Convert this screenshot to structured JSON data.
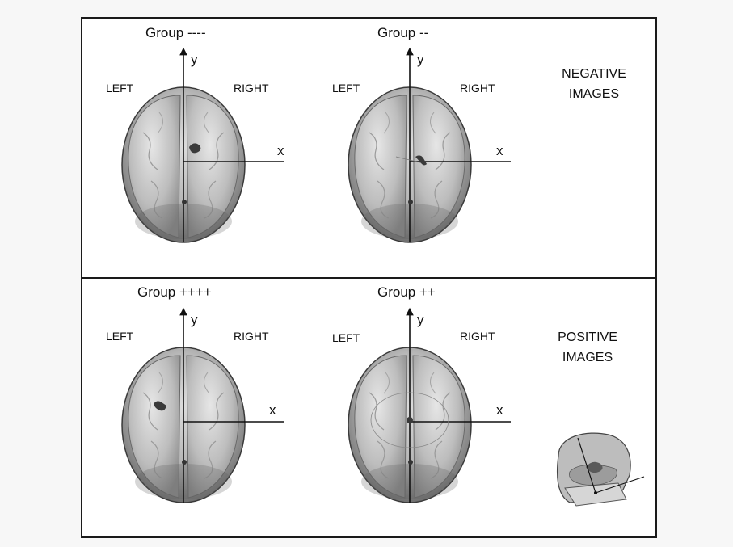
{
  "panels": [
    {
      "title": "Group ----",
      "left": "LEFT",
      "right": "RIGHT",
      "x_axis": "x",
      "y_axis": "y"
    },
    {
      "title": "Group --",
      "left": "LEFT",
      "right": "RIGHT",
      "x_axis": "x",
      "y_axis": "y"
    },
    {
      "title": "Group ++++",
      "left": "LEFT",
      "right": "RIGHT",
      "x_axis": "x",
      "y_axis": "y"
    },
    {
      "title": "Group ++",
      "left": "LEFT",
      "right": "RIGHT",
      "x_axis": "x",
      "y_axis": "y"
    }
  ],
  "sections": {
    "negative": {
      "line1": "NEGATIVE",
      "line2": "IMAGES"
    },
    "positive": {
      "line1": "POSITIVE",
      "line2": "IMAGES"
    }
  },
  "colors": {
    "border": "#1a1a1a",
    "brain_light": "#d2d2d2",
    "brain_dark": "#6a6a6a"
  }
}
